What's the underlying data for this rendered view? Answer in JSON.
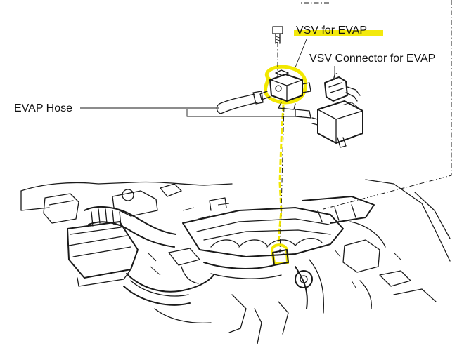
{
  "labels": {
    "vsv_evap": "VSV for EVAP",
    "vsv_connector": "VSV Connector for EVAP",
    "evap_hose": "EVAP Hose"
  },
  "colors": {
    "highlight": "#f2e800",
    "ink": "#1a1a1a",
    "background": "#ffffff"
  }
}
